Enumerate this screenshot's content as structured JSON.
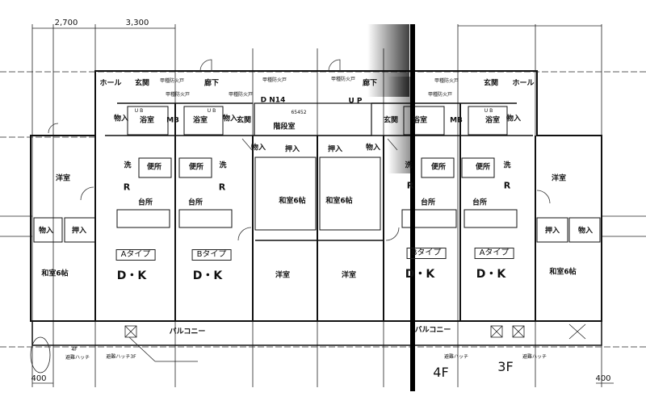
{
  "dimensions": {
    "top_left_1": "2,700",
    "top_left_2": "3,300",
    "bottom_left": "400",
    "bottom_right": "400"
  },
  "core": {
    "hall_left": "ホール",
    "entrance_left": "玄関",
    "corridor_left": "廊下",
    "fire_door": "甲種防火戸",
    "stair_dn": "D N14",
    "stair_up": "U P",
    "stair_hall": "階段室",
    "stair_steps": "65452",
    "corridor_right": "廊下",
    "entrance_right": "玄関",
    "hall_right": "ホール",
    "bath": "浴室",
    "ub": "U B",
    "mb": "MB",
    "entrance": "玄関",
    "storage": "物入",
    "closet": "押入"
  },
  "rooms": {
    "western": "洋室",
    "japanese6": "和室6帖",
    "wash": "洗",
    "toilet": "便所",
    "fridge": "R",
    "kitchen": "台所",
    "dk": "D・K",
    "type_a": "Aタイプ",
    "type_b": "Bタイプ"
  },
  "balcony": {
    "label": "バルコニー",
    "hatch": "避難ハッチ",
    "hatch_3f": "避難ハッチ3F",
    "floor_4f": "4F",
    "floor_3f": "3F"
  }
}
